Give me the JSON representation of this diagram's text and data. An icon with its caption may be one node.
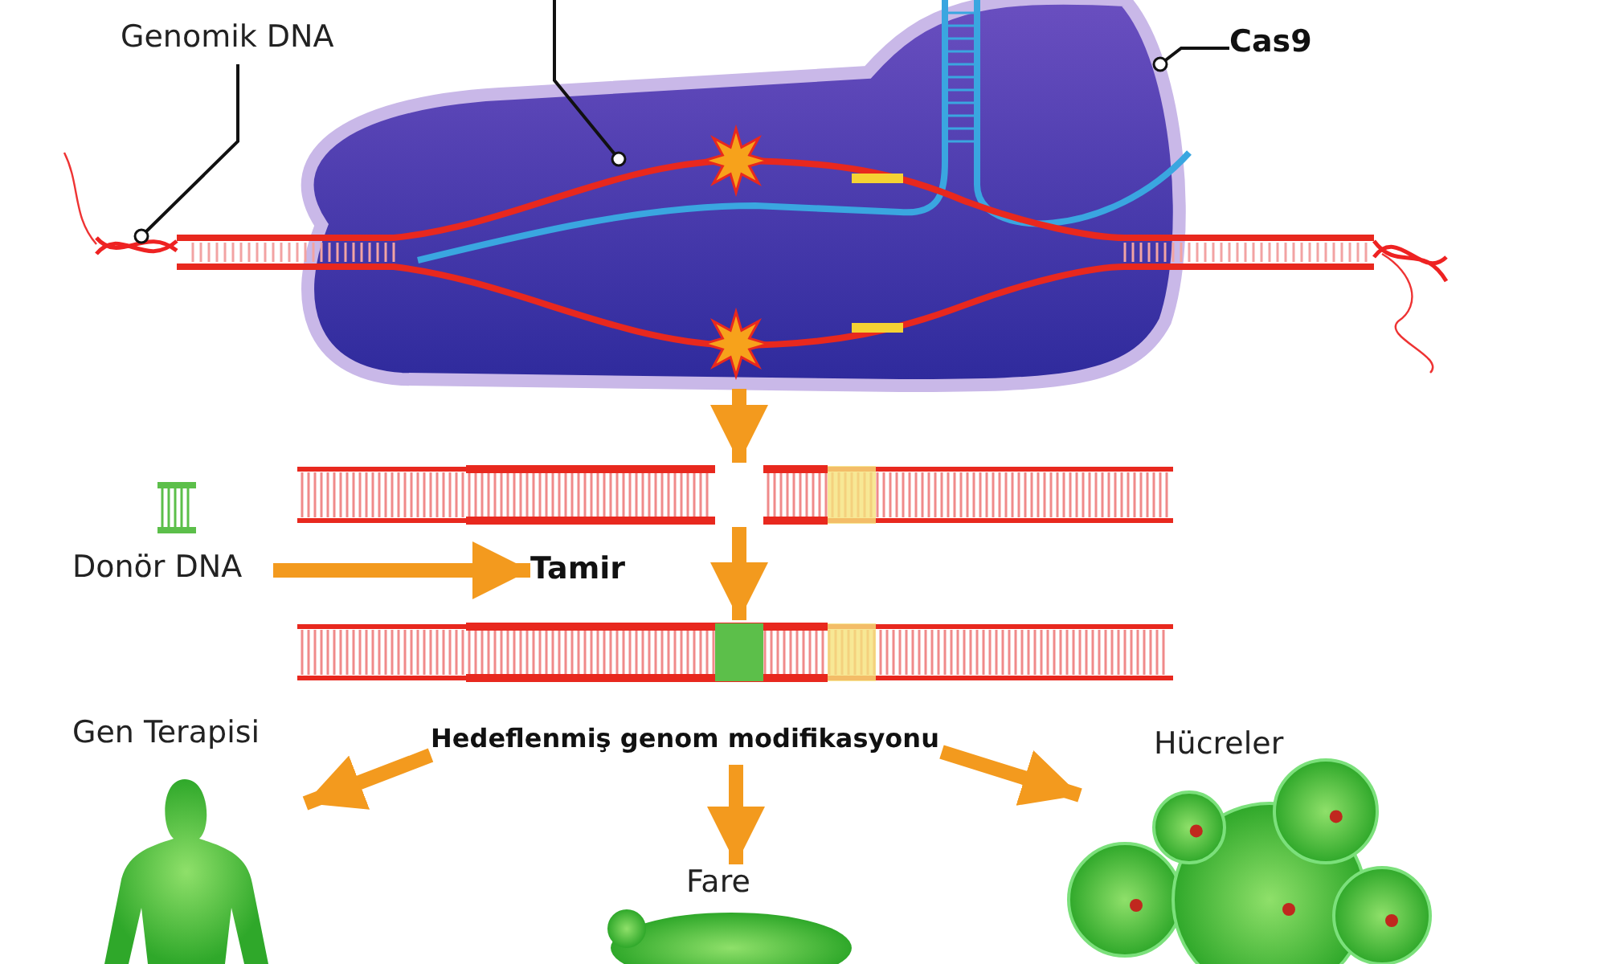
{
  "diagram": {
    "nodes": [
      {
        "text": [
          "Genomik DNA"
        ]
      },
      {
        "text": [
          "Cas9"
        ]
      },
      {
        "text": [],
        "shape": "picture"
      },
      {
        "text": [],
        "shape": "picture"
      },
      {
        "text": [],
        "shape": "picture"
      },
      {
        "text": [
          "Donör DNA"
        ]
      },
      {
        "text": [
          "Tamir"
        ]
      },
      {
        "text": [],
        "shape": "picture"
      },
      {
        "text": [
          "Hedeflenmiş genom modifikasyonu"
        ]
      },
      {
        "text": [
          "Gen Terapisi"
        ]
      },
      {
        "text": [
          "Fare"
        ]
      },
      {
        "text": [
          "Hücreler"
        ]
      }
    ],
    "edges": [
      {
        "from": 0,
        "to": 3,
        "arrow": "other",
        "color": "#111111"
      },
      {
        "from": null,
        "to": 3,
        "arrow": "other",
        "color": "#111111"
      },
      {
        "from": 1,
        "to": 2,
        "arrow": "other",
        "color": "#111111"
      },
      {
        "from": 2,
        "to": 4,
        "arrow": "to"
      },
      {
        "from": 4,
        "to": 7,
        "arrow": "to"
      },
      {
        "from": 5,
        "to": 6,
        "arrow": "to"
      },
      {
        "from": 8,
        "to": 9,
        "arrow": "to"
      },
      {
        "from": 8,
        "to": 10,
        "arrow": "to"
      },
      {
        "from": 8,
        "to": 11,
        "arrow": "to"
      }
    ]
  }
}
